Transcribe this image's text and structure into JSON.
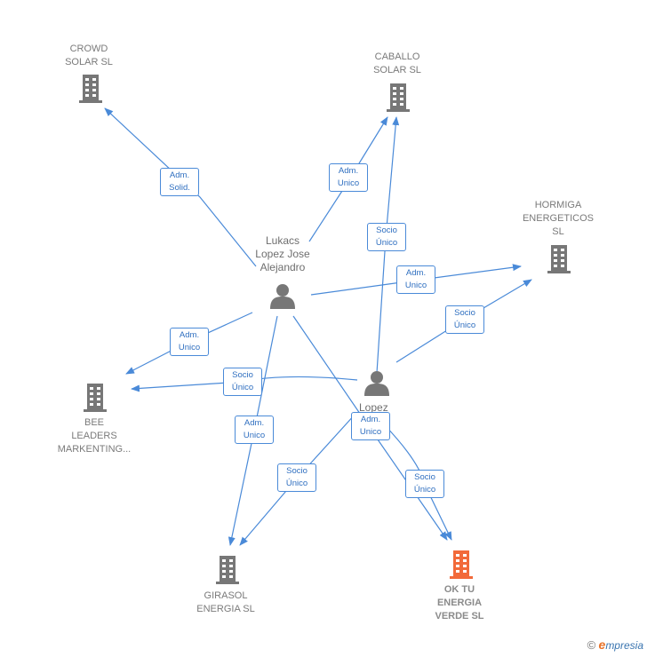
{
  "nodes": {
    "crowd": {
      "label": "CROWD\nSOLAR  SL",
      "icon": "building-icon"
    },
    "caballo": {
      "label": "CABALLO\nSOLAR  SL",
      "icon": "building-icon"
    },
    "hormiga": {
      "label": "HORMIGA\nENERGETICOS\nSL",
      "icon": "building-icon"
    },
    "bee": {
      "label": "BEE\nLEADERS\nMARKENTING...",
      "icon": "building-icon"
    },
    "girasol": {
      "label": "GIRASOL\nENERGIA  SL",
      "icon": "building-icon"
    },
    "oktu": {
      "label": "OK TU\nENERGIA\nVERDE  SL",
      "icon": "building-icon"
    },
    "lukacs": {
      "label": "Lukacs\nLopez Jose\nAlejandro",
      "icon": "person-icon"
    },
    "lopez": {
      "label": "Lopez\nz",
      "icon": "person-icon"
    }
  },
  "edge_labels": {
    "adm_solid": "Adm.\nSolid.",
    "adm_unico_caballo": "Adm.\nUnico",
    "socio_unico_caballo": "Socio\nÚnico",
    "adm_unico_hormiga": "Adm.\nUnico",
    "socio_unico_hormiga": "Socio\nÚnico",
    "adm_unico_bee": "Adm.\nUnico",
    "socio_unico_bee": "Socio\nÚnico",
    "adm_unico_girasol": "Adm.\nUnico",
    "socio_unico_girasol": "Socio\nÚnico",
    "adm_unico_oktu": "Adm.\nUnico",
    "socio_unico_oktu": "Socio\nÚnico"
  },
  "colors": {
    "edge": "#4a8ad8",
    "building": "#777777",
    "building_focus": "#f26a3a",
    "person": "#777777"
  },
  "footer": {
    "copyright": "©",
    "brand_initial": "e",
    "brand_rest": "mpresia"
  }
}
